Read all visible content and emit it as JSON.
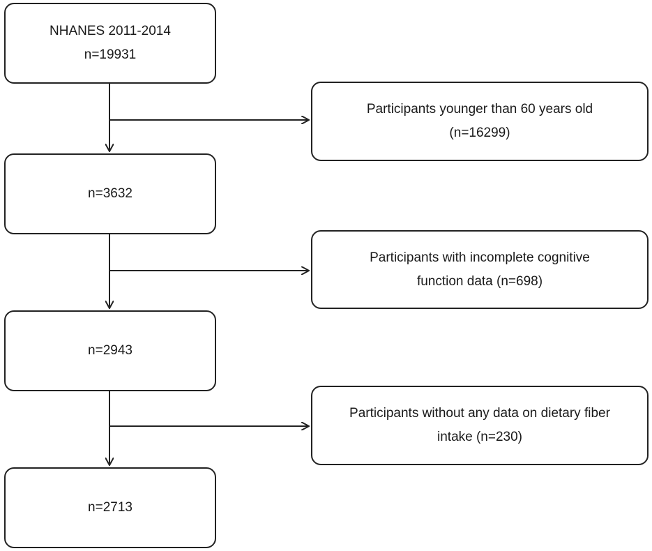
{
  "flow": {
    "start": {
      "line1": "NHANES 2011-2014",
      "line2": "n=19931"
    },
    "steps": [
      {
        "count": "n=3632"
      },
      {
        "count": "n=2943"
      },
      {
        "count": "n=2713"
      }
    ],
    "exclusions": [
      {
        "line1": "Participants younger than 60 years old",
        "line2": "(n=16299)"
      },
      {
        "line1": "Participants with incomplete cognitive",
        "line2": "function data (n=698)"
      },
      {
        "line1": "Participants without any data on dietary fiber",
        "line2": "intake (n=230)"
      }
    ]
  }
}
